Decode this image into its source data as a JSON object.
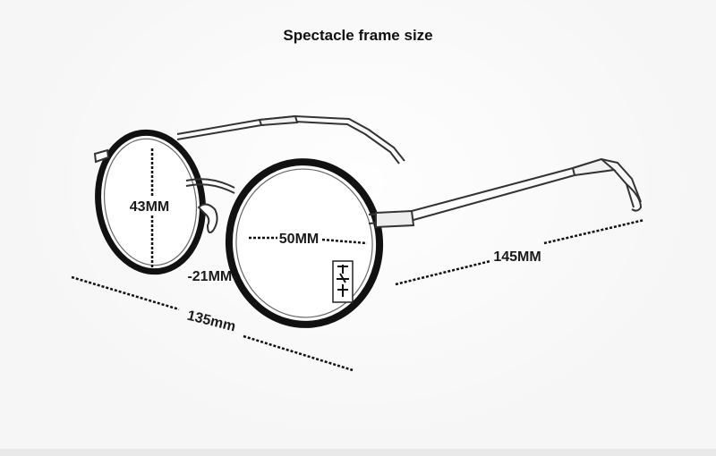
{
  "title": "Spectacle frame size",
  "dimensions": {
    "lens_height": "43MM",
    "lens_width": "50MM",
    "bridge_width": "-21MM-",
    "temple_length": "145MM",
    "frame_width": "135mm"
  },
  "colors": {
    "background": "#f6f6f6",
    "ink": "#1a1a1a",
    "frame_rim": "#111111"
  }
}
